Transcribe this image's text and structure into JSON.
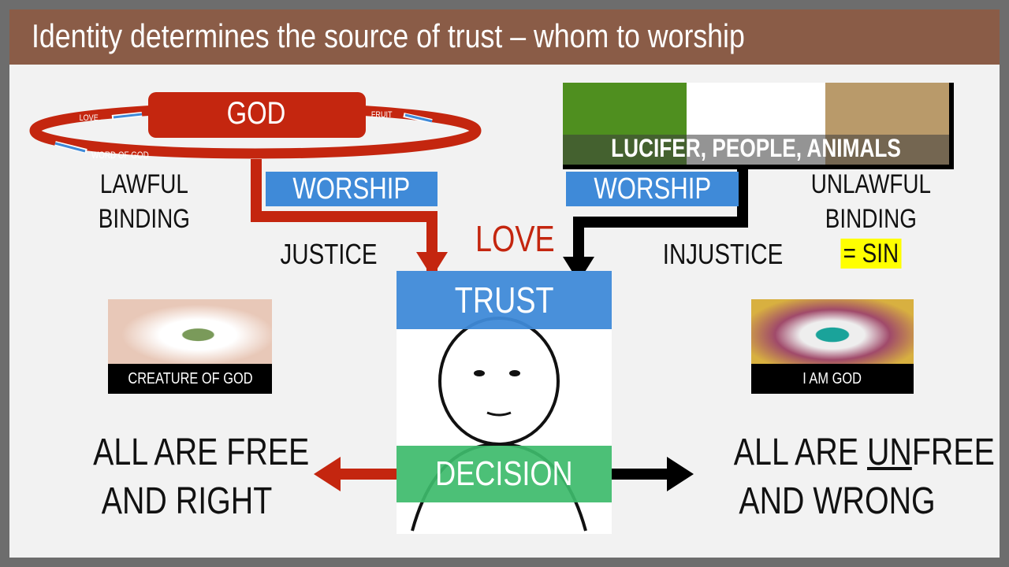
{
  "title": "Identity determines the source of trust – whom to worship",
  "god": {
    "label": "GOD",
    "ring": {
      "love": "LOVE",
      "fruit": "FRUIT",
      "word": "WORD OF GOD"
    }
  },
  "left": {
    "binding_line1": "LAWFUL",
    "binding_line2": "BINDING",
    "worship": "WORSHIP",
    "justice": "JUSTICE",
    "eye_caption": "CREATURE OF GOD",
    "result_line1": "ALL ARE FREE",
    "result_line2": "AND RIGHT"
  },
  "center": {
    "love": "LOVE",
    "trust": "TRUST",
    "decision": "DECISION"
  },
  "right": {
    "banner": "LUCIFER, PEOPLE, ANIMALS",
    "binding_line1": "UNLAWFUL",
    "binding_line2": "BINDING",
    "sin": "= SIN",
    "worship": "WORSHIP",
    "injustice": "INJUSTICE",
    "eye_caption": "I AM GOD",
    "result_line1_pre": "ALL ARE ",
    "result_line1_un": "UN",
    "result_line1_post": "FREE",
    "result_line2": "AND WRONG"
  },
  "colors": {
    "red": "#c4260f",
    "blue": "#3f8ad8",
    "green": "#3dbb6b",
    "brown": "#8a5c47",
    "highlight": "#ffff00"
  }
}
